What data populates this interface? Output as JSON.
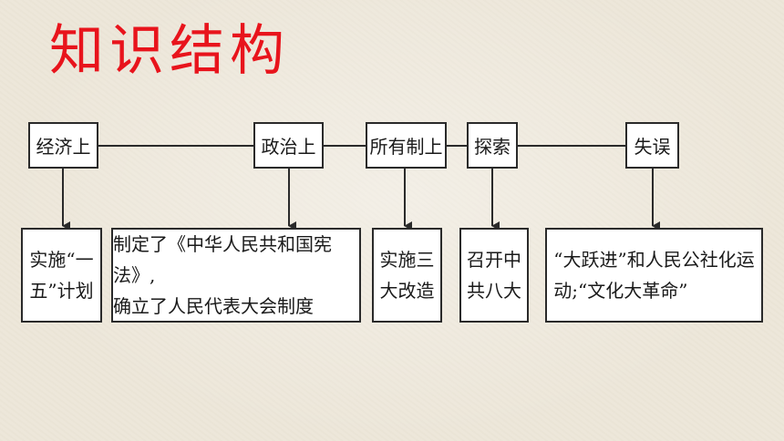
{
  "title": "知识结构",
  "categories": [
    {
      "label": "经济上",
      "content": "实施“一\n五”计划"
    },
    {
      "label": "政治上",
      "content": "制定了《中华人民共和国宪法》,\n确立了人民代表大会制度"
    },
    {
      "label": "所有制上",
      "content": "实施三\n大改造"
    },
    {
      "label": "探索",
      "content": "召开中\n共八大"
    },
    {
      "label": "失误",
      "content": "“大跃进”和人民公社化运\n动;“文化大革命”"
    }
  ],
  "colors": {
    "title": "#e8141c",
    "line": "#2a2a2a",
    "box": "#ffffff"
  }
}
